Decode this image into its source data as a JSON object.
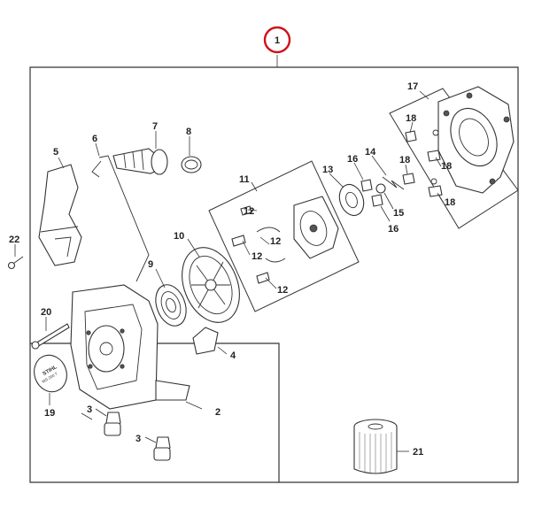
{
  "callouts": {
    "main": "1",
    "p2": "2",
    "p3a": "3",
    "p3b": "3",
    "p4": "4",
    "p5": "5",
    "p6": "6",
    "p7": "7",
    "p8": "8",
    "p9": "9",
    "p10": "10",
    "p11": "11",
    "p12a": "12",
    "p12b": "12",
    "p12c": "12",
    "p12d": "12",
    "p13": "13",
    "p14": "14",
    "p15": "15",
    "p16a": "16",
    "p16b": "16",
    "p17": "17",
    "p18a": "18",
    "p18b": "18",
    "p18c": "18",
    "p18d": "18",
    "p19": "19",
    "p20": "20",
    "p21": "21",
    "p22": "22"
  },
  "badge": {
    "label_line1": "STIHL",
    "label_line2": "MS 200 T"
  },
  "colors": {
    "highlight": "#d0101a",
    "line": "#333333"
  }
}
